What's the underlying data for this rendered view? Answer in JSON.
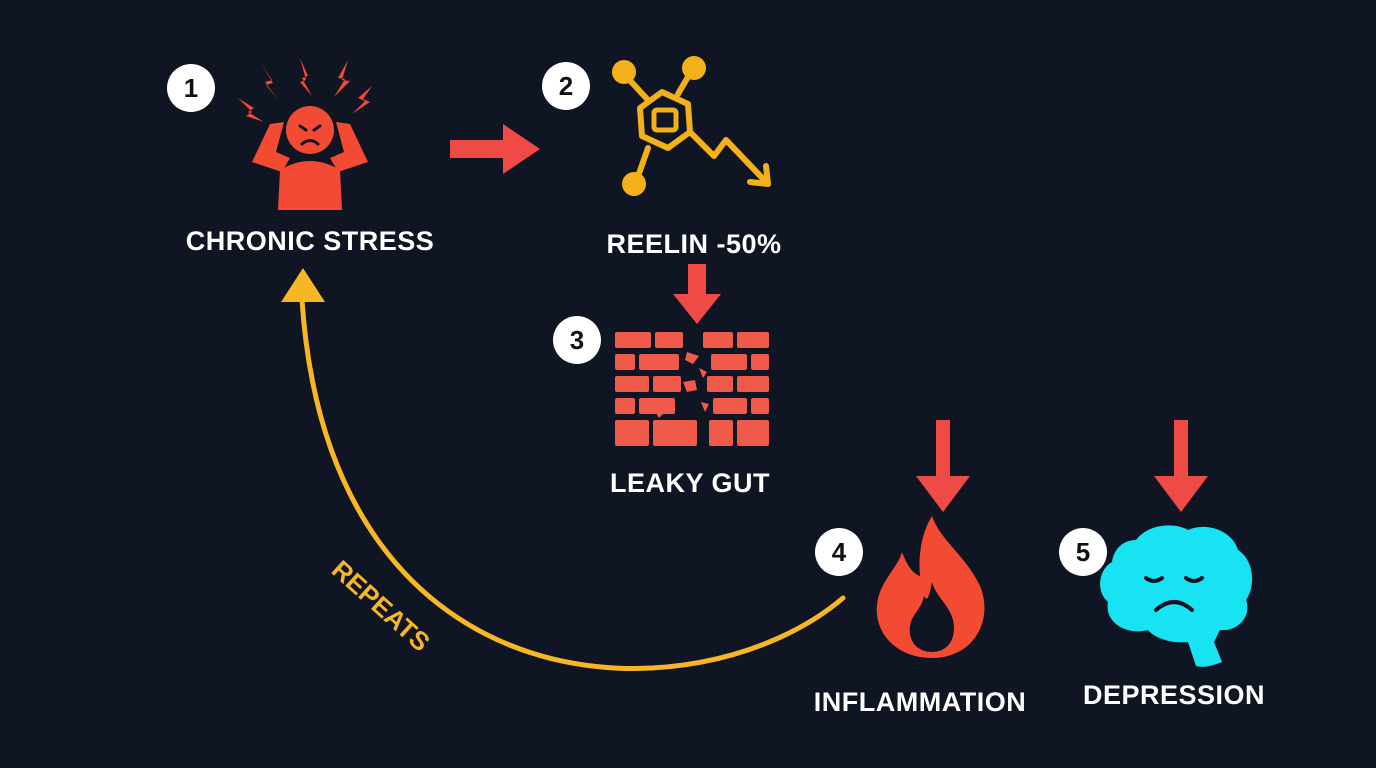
{
  "steps": [
    {
      "number": "1",
      "label": "CHRONIC STRESS",
      "icon": "stressed-person-icon"
    },
    {
      "number": "2",
      "label": "REELIN -50%",
      "icon": "molecule-decline-icon"
    },
    {
      "number": "3",
      "label": "LEAKY GUT",
      "icon": "broken-brick-wall-icon"
    },
    {
      "number": "4",
      "label": "INFLAMMATION",
      "icon": "fire-icon"
    },
    {
      "number": "5",
      "label": "DEPRESSION",
      "icon": "sad-brain-icon"
    }
  ],
  "cycle_label": "REPEATS",
  "colors": {
    "background": "#0f1522",
    "stress_red": "#f24a33",
    "arrow_red": "#ef4a45",
    "reelin_yellow": "#f2b11b",
    "brick_red": "#ef5a4b",
    "brain_cyan": "#18e3f2",
    "cycle_yellow": "#f6b626",
    "text": "#ffffff"
  }
}
